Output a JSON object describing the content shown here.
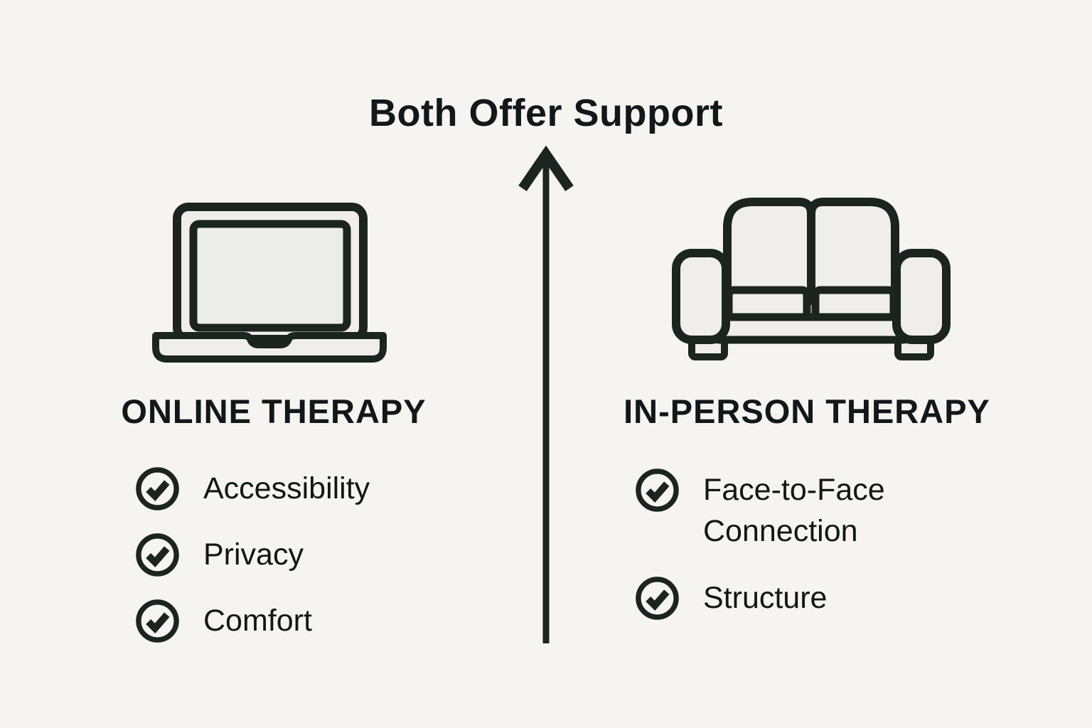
{
  "colors": {
    "background": "#f5f4f1",
    "ink": "#1b241f",
    "icon_fill": "#efeeec",
    "text": "#12171a"
  },
  "title": "Both Offer Support",
  "arrow": {
    "direction": "up"
  },
  "left": {
    "icon": "laptop-icon",
    "heading": "ONLINE THERAPY",
    "items": [
      {
        "label": "Accessibility"
      },
      {
        "label": "Privacy"
      },
      {
        "label": "Comfort"
      }
    ]
  },
  "right": {
    "icon": "sofa-icon",
    "heading": "IN-PERSON THERAPY",
    "items": [
      {
        "label": "Face-to-Face Connection"
      },
      {
        "label": "Structure"
      }
    ]
  }
}
